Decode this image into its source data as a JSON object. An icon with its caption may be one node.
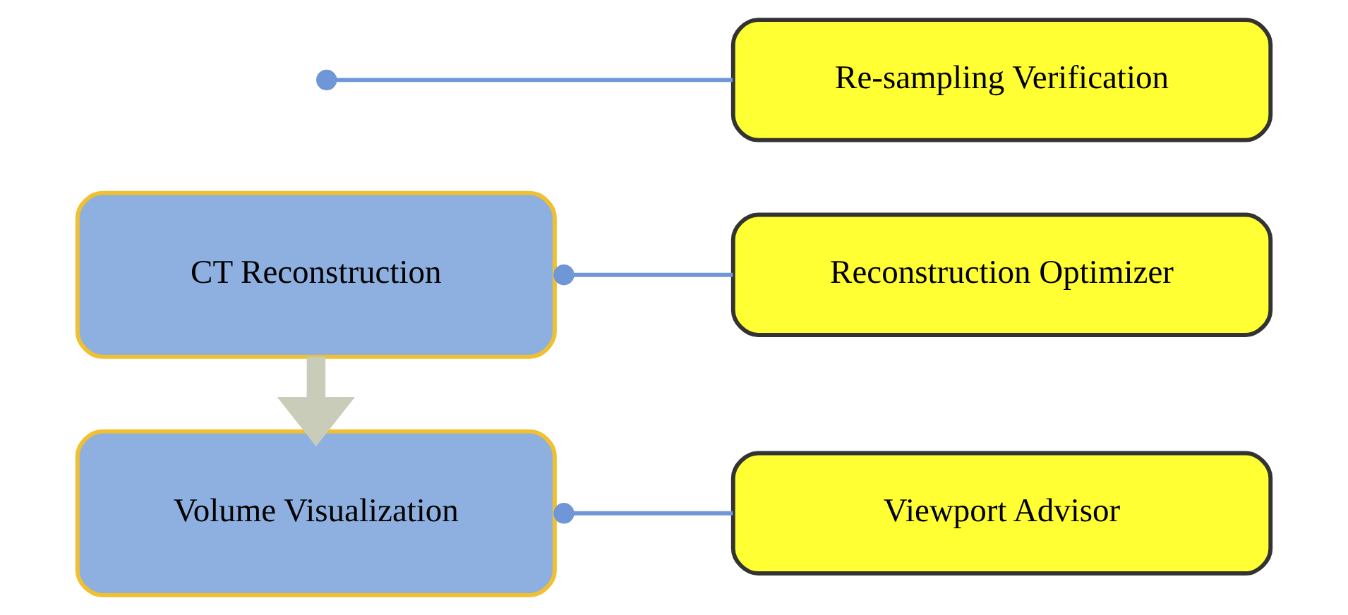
{
  "diagram": {
    "nodes": [
      {
        "text": [
          "CT Reconstruction"
        ]
      },
      {
        "text": [
          "Reconstruction Optimizer"
        ]
      },
      {
        "text": [
          "Re-sampling Verification"
        ]
      },
      {
        "text": [
          "Volume Visualization"
        ]
      },
      {
        "text": [
          "Viewport Advisor"
        ]
      }
    ],
    "edges": [
      {
        "from": 0,
        "to": 1,
        "arrow": "other"
      },
      {
        "from": 0,
        "to": 3,
        "arrow": "to",
        "style": "thick",
        "color": "#c8ccb8"
      },
      {
        "from": null,
        "to": 2,
        "arrow": "other"
      },
      {
        "from": 3,
        "to": 4,
        "arrow": "other"
      }
    ]
  }
}
